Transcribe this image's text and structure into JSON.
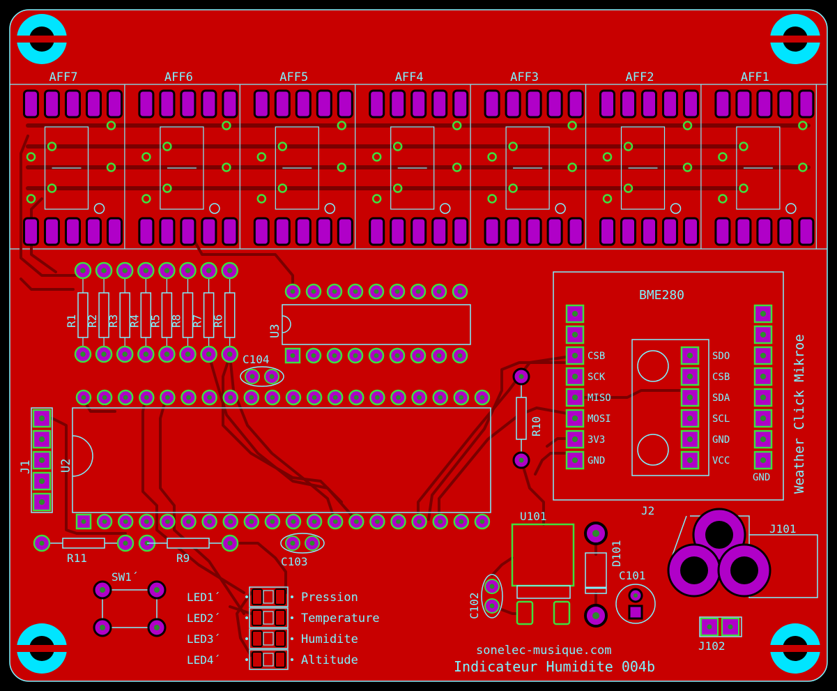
{
  "colors": {
    "background": "#000000",
    "board": "#c80000",
    "trace": "#7a0000",
    "pad": "#b000c8",
    "pad_ring": "#3ee03e",
    "silkscreen": "#7ef3ff",
    "via": "#2e8b2e",
    "mount_hole": "#00e5ff"
  },
  "displays": [
    "AFF7",
    "AFF6",
    "AFF5",
    "AFF4",
    "AFF3",
    "AFF2",
    "AFF1"
  ],
  "resistors": [
    "R1",
    "R2",
    "R3",
    "R4",
    "R5",
    "R8",
    "R7",
    "R6"
  ],
  "labels": {
    "u3": "U3",
    "u2": "U2",
    "j1": "J1",
    "j2": "J2",
    "r9": "R9",
    "r10": "R10",
    "r11": "R11",
    "c102": "C102",
    "c103": "C103",
    "c104": "C104",
    "c101": "C101",
    "d101": "D101",
    "u101": "U101",
    "j101": "J101",
    "j102": "J102",
    "sw1": "SW1´"
  },
  "bme280": {
    "title": "BME280",
    "left_pins": [
      "CSB",
      "SCK",
      "MISO",
      "MOSI",
      "3V3",
      "GND"
    ],
    "right_pins": [
      "SDO",
      "CSB",
      "SDA",
      "SCL",
      "GND",
      "VCC"
    ],
    "gnd": "GND",
    "module_label": "Weather Click Mikroe"
  },
  "leds": [
    {
      "ref": "LED1´",
      "label": "Pression"
    },
    {
      "ref": "LED2´",
      "label": "Temperature"
    },
    {
      "ref": "LED3´",
      "label": "Humidite"
    },
    {
      "ref": "LED4´",
      "label": "Altitude"
    }
  ],
  "footer": {
    "website": "sonelec-musique.com",
    "board_title": "Indicateur Humidite 004b"
  }
}
